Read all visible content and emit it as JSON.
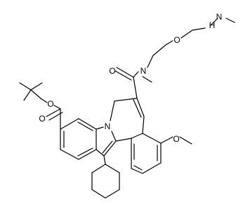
{
  "structure": {
    "atoms": {
      "o_ester_single": "O",
      "o_ester_carbonyl": "O",
      "n_indole": "N",
      "o_amide": "O",
      "n_amide": "N",
      "o_ether": "O",
      "n_amine": "N",
      "h_amine": "H",
      "o_methoxy": "O"
    }
  }
}
